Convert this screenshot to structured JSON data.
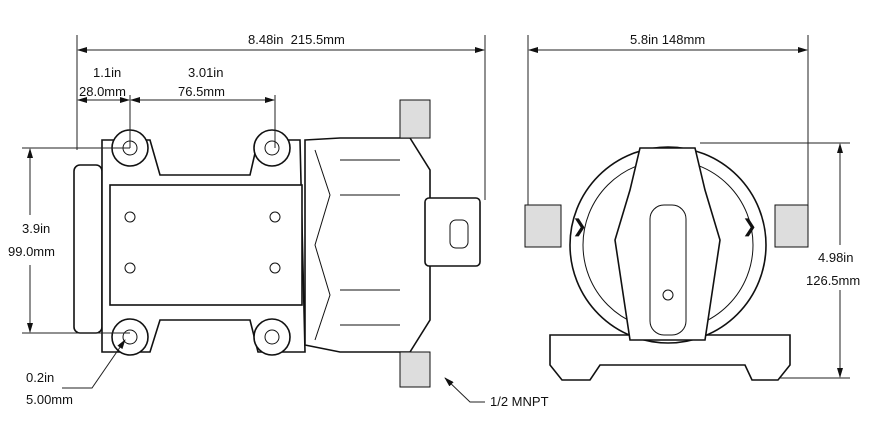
{
  "dimensions": {
    "overall_length": "8.48in  215.5mm",
    "mount_offset_in": "1.1in",
    "mount_offset_mm": "28.0mm",
    "mount_spacing_in": "3.01in",
    "mount_spacing_mm": "76.5mm",
    "mount_height_in": "3.9in",
    "mount_height_mm": "99.0mm",
    "hole_dia_in": "0.2in",
    "hole_dia_mm": "5.00mm",
    "port_callout": "1/2 MNPT",
    "width": "5.8in 148mm",
    "height_in": "4.98in",
    "height_mm": "126.5mm"
  }
}
